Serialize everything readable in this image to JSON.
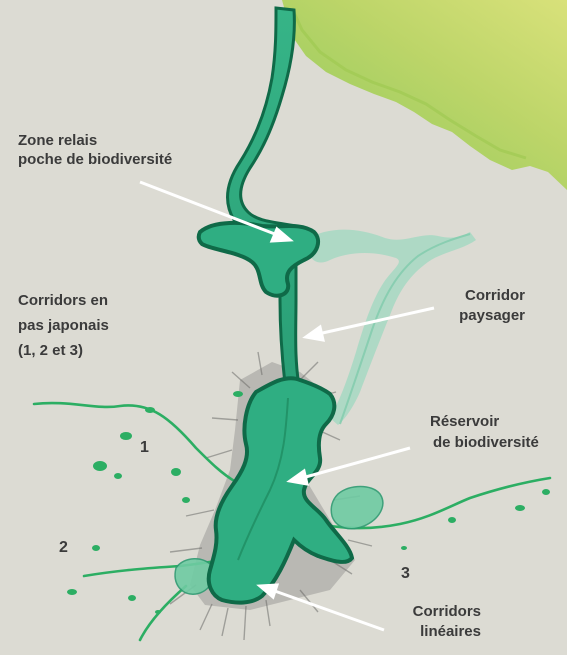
{
  "labels": {
    "zone_relais": [
      "Zone relais",
      "poche de biodiversité"
    ],
    "corridors_pas": [
      "Corridors en",
      "pas japonais",
      "(1, 2 et 3)"
    ],
    "corridor_paysager": [
      "Corridor",
      "paysager"
    ],
    "reservoir": [
      "Réservoir",
      "de biodiversité"
    ],
    "corridors_lineaires": [
      "Corridors",
      "linéaires"
    ]
  },
  "numbers": [
    "1",
    "2",
    "3"
  ],
  "colors": {
    "background": "#dcdbd3",
    "dark_green": "#0f6a48",
    "mid_green": "#2fae82",
    "light_green": "#5fc7a2",
    "pale_green": "#a9d9c5",
    "yellow_green": "#b5cf50",
    "shadow_gray": "#8f8f8c",
    "arrow": "#ffffff",
    "text": "#3b3b3b"
  }
}
